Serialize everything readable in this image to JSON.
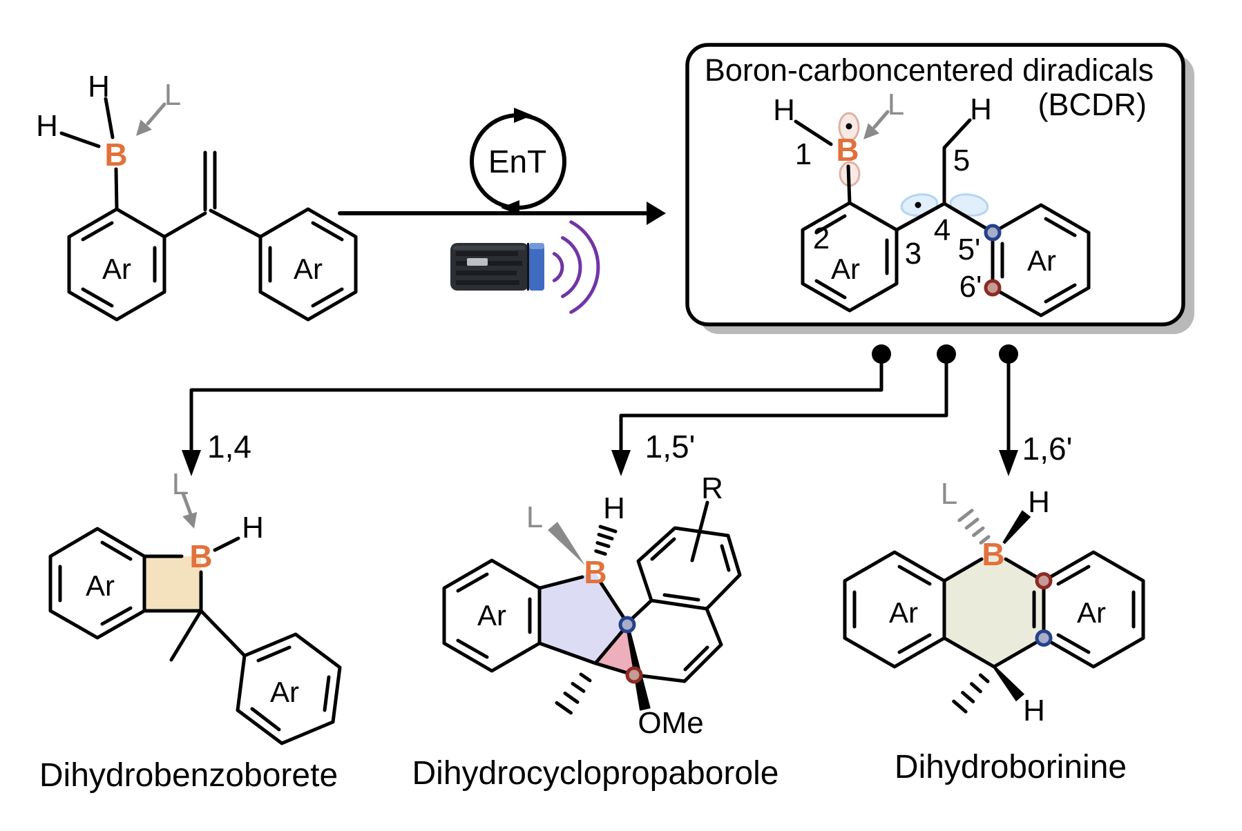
{
  "figure": {
    "type": "reaction-scheme"
  },
  "colors": {
    "boron_orange": "#e2713b",
    "ligand_gray": "#8c8c8c",
    "light_purple": "#7135a5",
    "box_shadow_gray": "#b9b9b9",
    "benzoborete_ring_fill": "#f3e2bd",
    "borole_ring_fill": "#dcdcf4",
    "cyclopropane_fill": "#eeafbc",
    "borinine_ring_fill": "#ebebdc",
    "radical_blue_dot": "#26418c",
    "radical_red_dot": "#8c2a23",
    "lamp_blue_band": "#3f6cc0"
  },
  "reactant": {
    "h_top": "H",
    "h_left": "H",
    "b": "B",
    "l": "L",
    "ar_left": "Ar",
    "ar_right": "Ar"
  },
  "conditions": {
    "cycle": "EnT"
  },
  "bcdr": {
    "title": "Boron-carboncentered diradicals",
    "subtitle": "(BCDR)",
    "h_boron": "H",
    "h_methylene": "H",
    "b": "B",
    "l": "L",
    "pos1": "1",
    "pos2": "2",
    "pos3": "3",
    "pos4": "4",
    "pos5": "5",
    "pos5p": "5'",
    "pos6p": "6'",
    "ar_left": "Ar",
    "ar_right": "Ar"
  },
  "pathways": {
    "p14": "1,4",
    "p15p": "1,5'",
    "p16p": "1,6'"
  },
  "product1": {
    "name": "Dihydrobenzoborete",
    "l": "L",
    "h": "H",
    "b": "B",
    "ar_fused": "Ar",
    "ar_pendant": "Ar"
  },
  "product2": {
    "name": "Dihydrocyclopropaborole",
    "l": "L",
    "h": "H",
    "b": "B",
    "r": "R",
    "ome": "OMe",
    "ar": "Ar"
  },
  "product3": {
    "name": "Dihydroborinine",
    "l": "L",
    "h_boron": "H",
    "h_carbon": "H",
    "b": "B",
    "ar_left": "Ar",
    "ar_right": "Ar"
  }
}
